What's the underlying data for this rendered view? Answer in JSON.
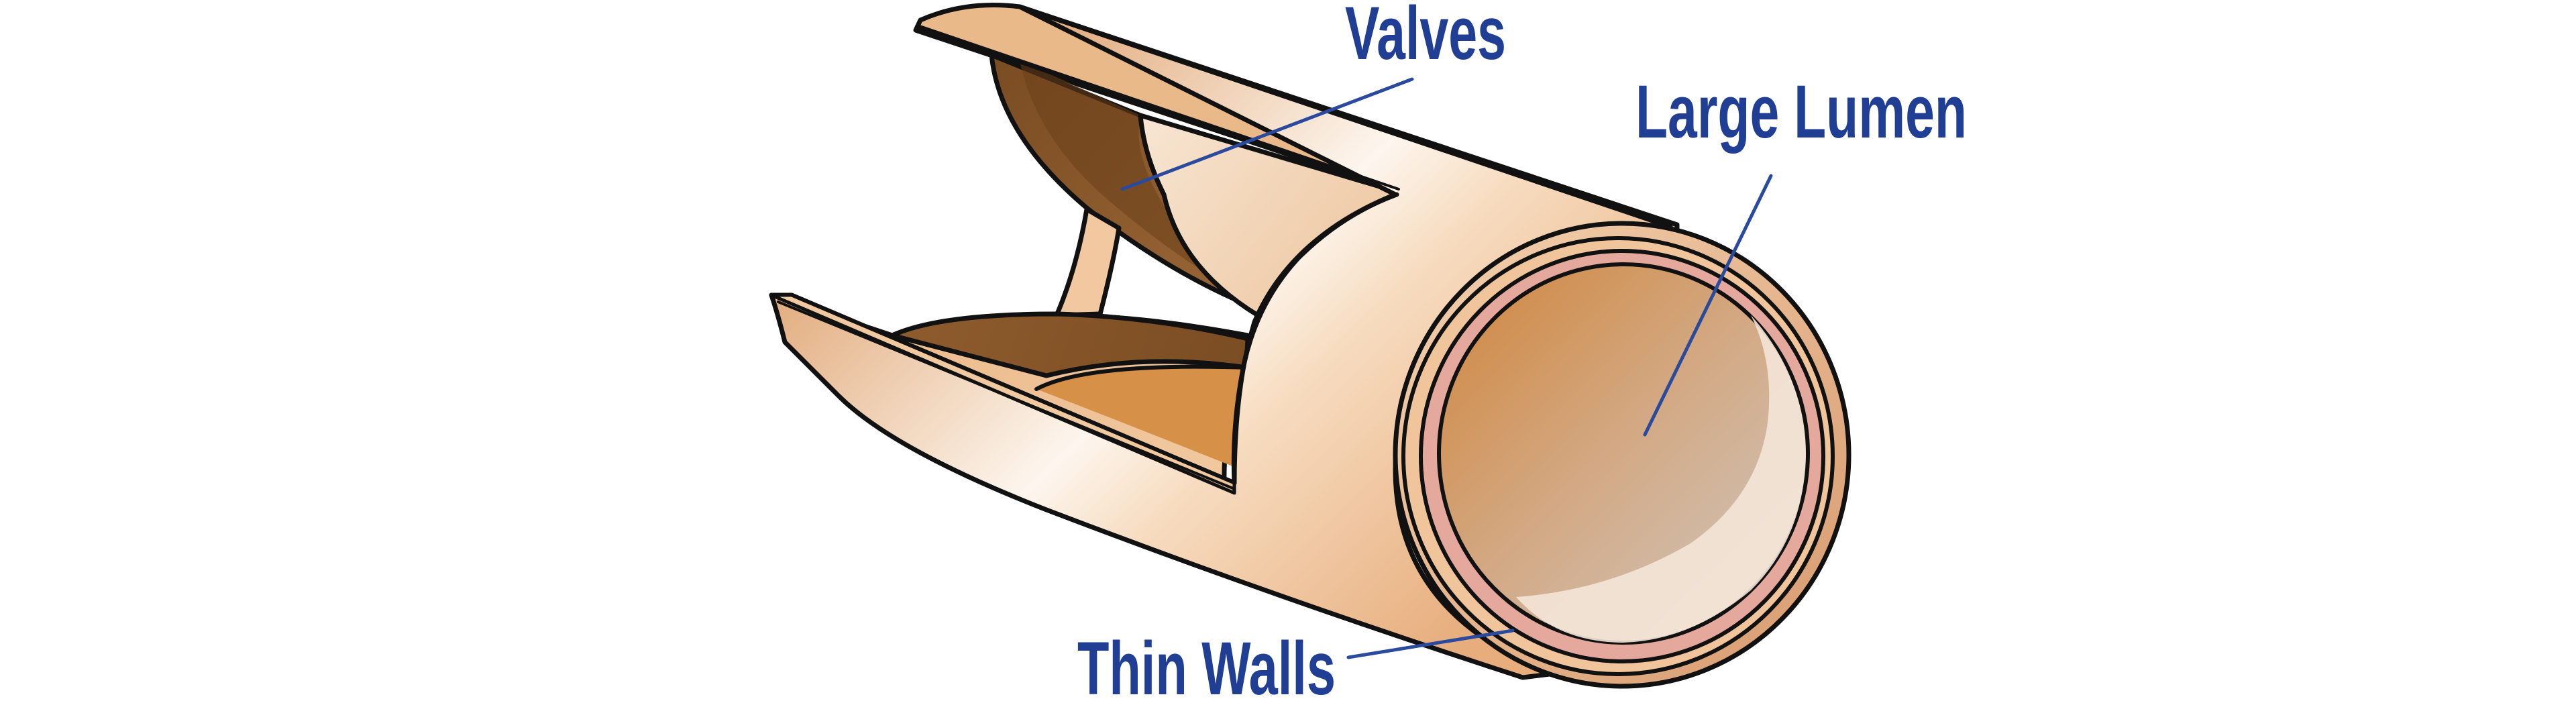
{
  "diagram": {
    "labels": {
      "valves": "Valves",
      "lumen": "Large Lumen",
      "walls": "Thin Walls"
    },
    "colors": {
      "label_text": "#1f3e94",
      "leader_line": "#2a4a9e",
      "outline": "#111111",
      "wall_skin": "#eab98a",
      "wall_highlight": "#fdf6ee",
      "valve_dark": "#7a4c22",
      "valve_mid": "#8e5c2e",
      "lumen_orange": "#d0873f",
      "lumen_pale": "#f4e6d8",
      "intima_pink": "#e5a89c",
      "cut_edge": "#f0c9a0"
    },
    "icons": {
      "vein": "vein-cross-section-illustration"
    }
  }
}
